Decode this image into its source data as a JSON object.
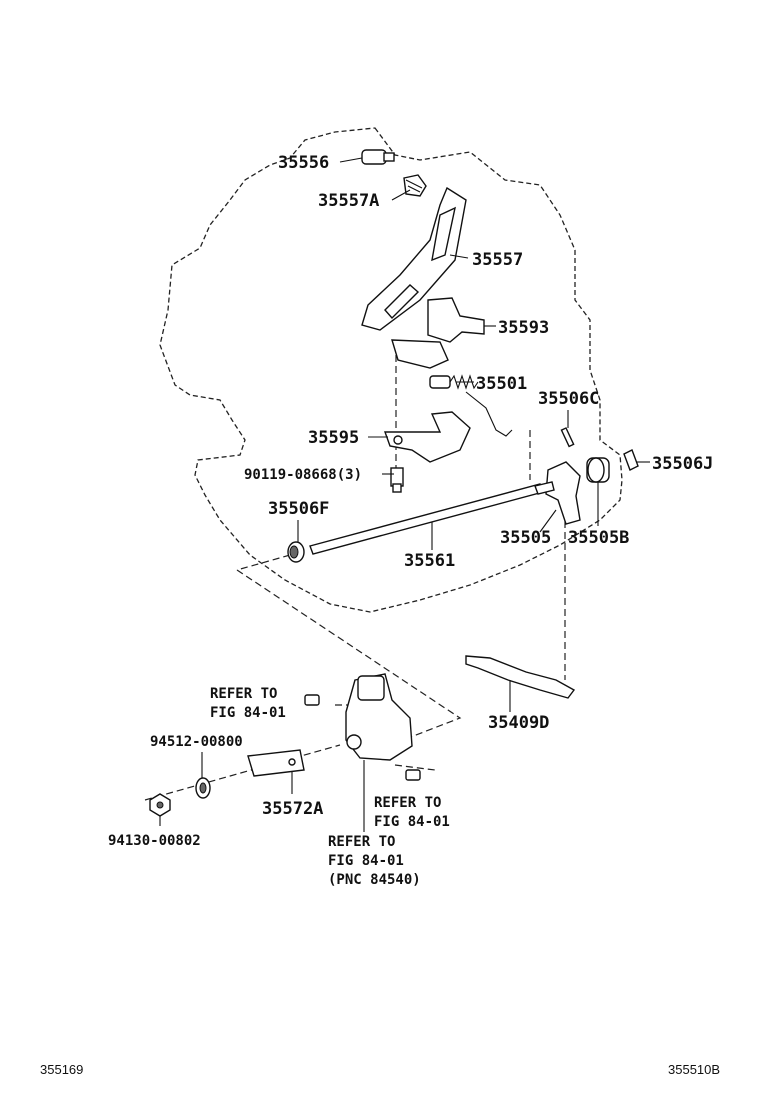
{
  "labels": {
    "p35556": "35556",
    "p35557A": "35557A",
    "p35557": "35557",
    "p35593": "35593",
    "p35501": "35501",
    "p35506C": "35506C",
    "p35595": "35595",
    "p90119": "90119-08668(3)",
    "p35506J": "35506J",
    "p35506F": "35506F",
    "p35505": "35505",
    "p35505B": "35505B",
    "p35561": "35561",
    "p35409D": "35409D",
    "p94512": "94512-00800",
    "p35572A": "35572A",
    "p94130": "94130-00802"
  },
  "references": {
    "refer_a_line1": "REFER TO",
    "refer_a_line2": "FIG 84-01",
    "refer_b_line1": "REFER TO",
    "refer_b_line2": "FIG 84-01",
    "refer_c_line1": "REFER TO",
    "refer_c_line2": "FIG 84-01",
    "refer_c_line3": "(PNC 84540)"
  },
  "footer": {
    "left_code": "355169",
    "right_code": "355510B"
  },
  "colors": {
    "ink": "#111111",
    "background": "#ffffff"
  }
}
